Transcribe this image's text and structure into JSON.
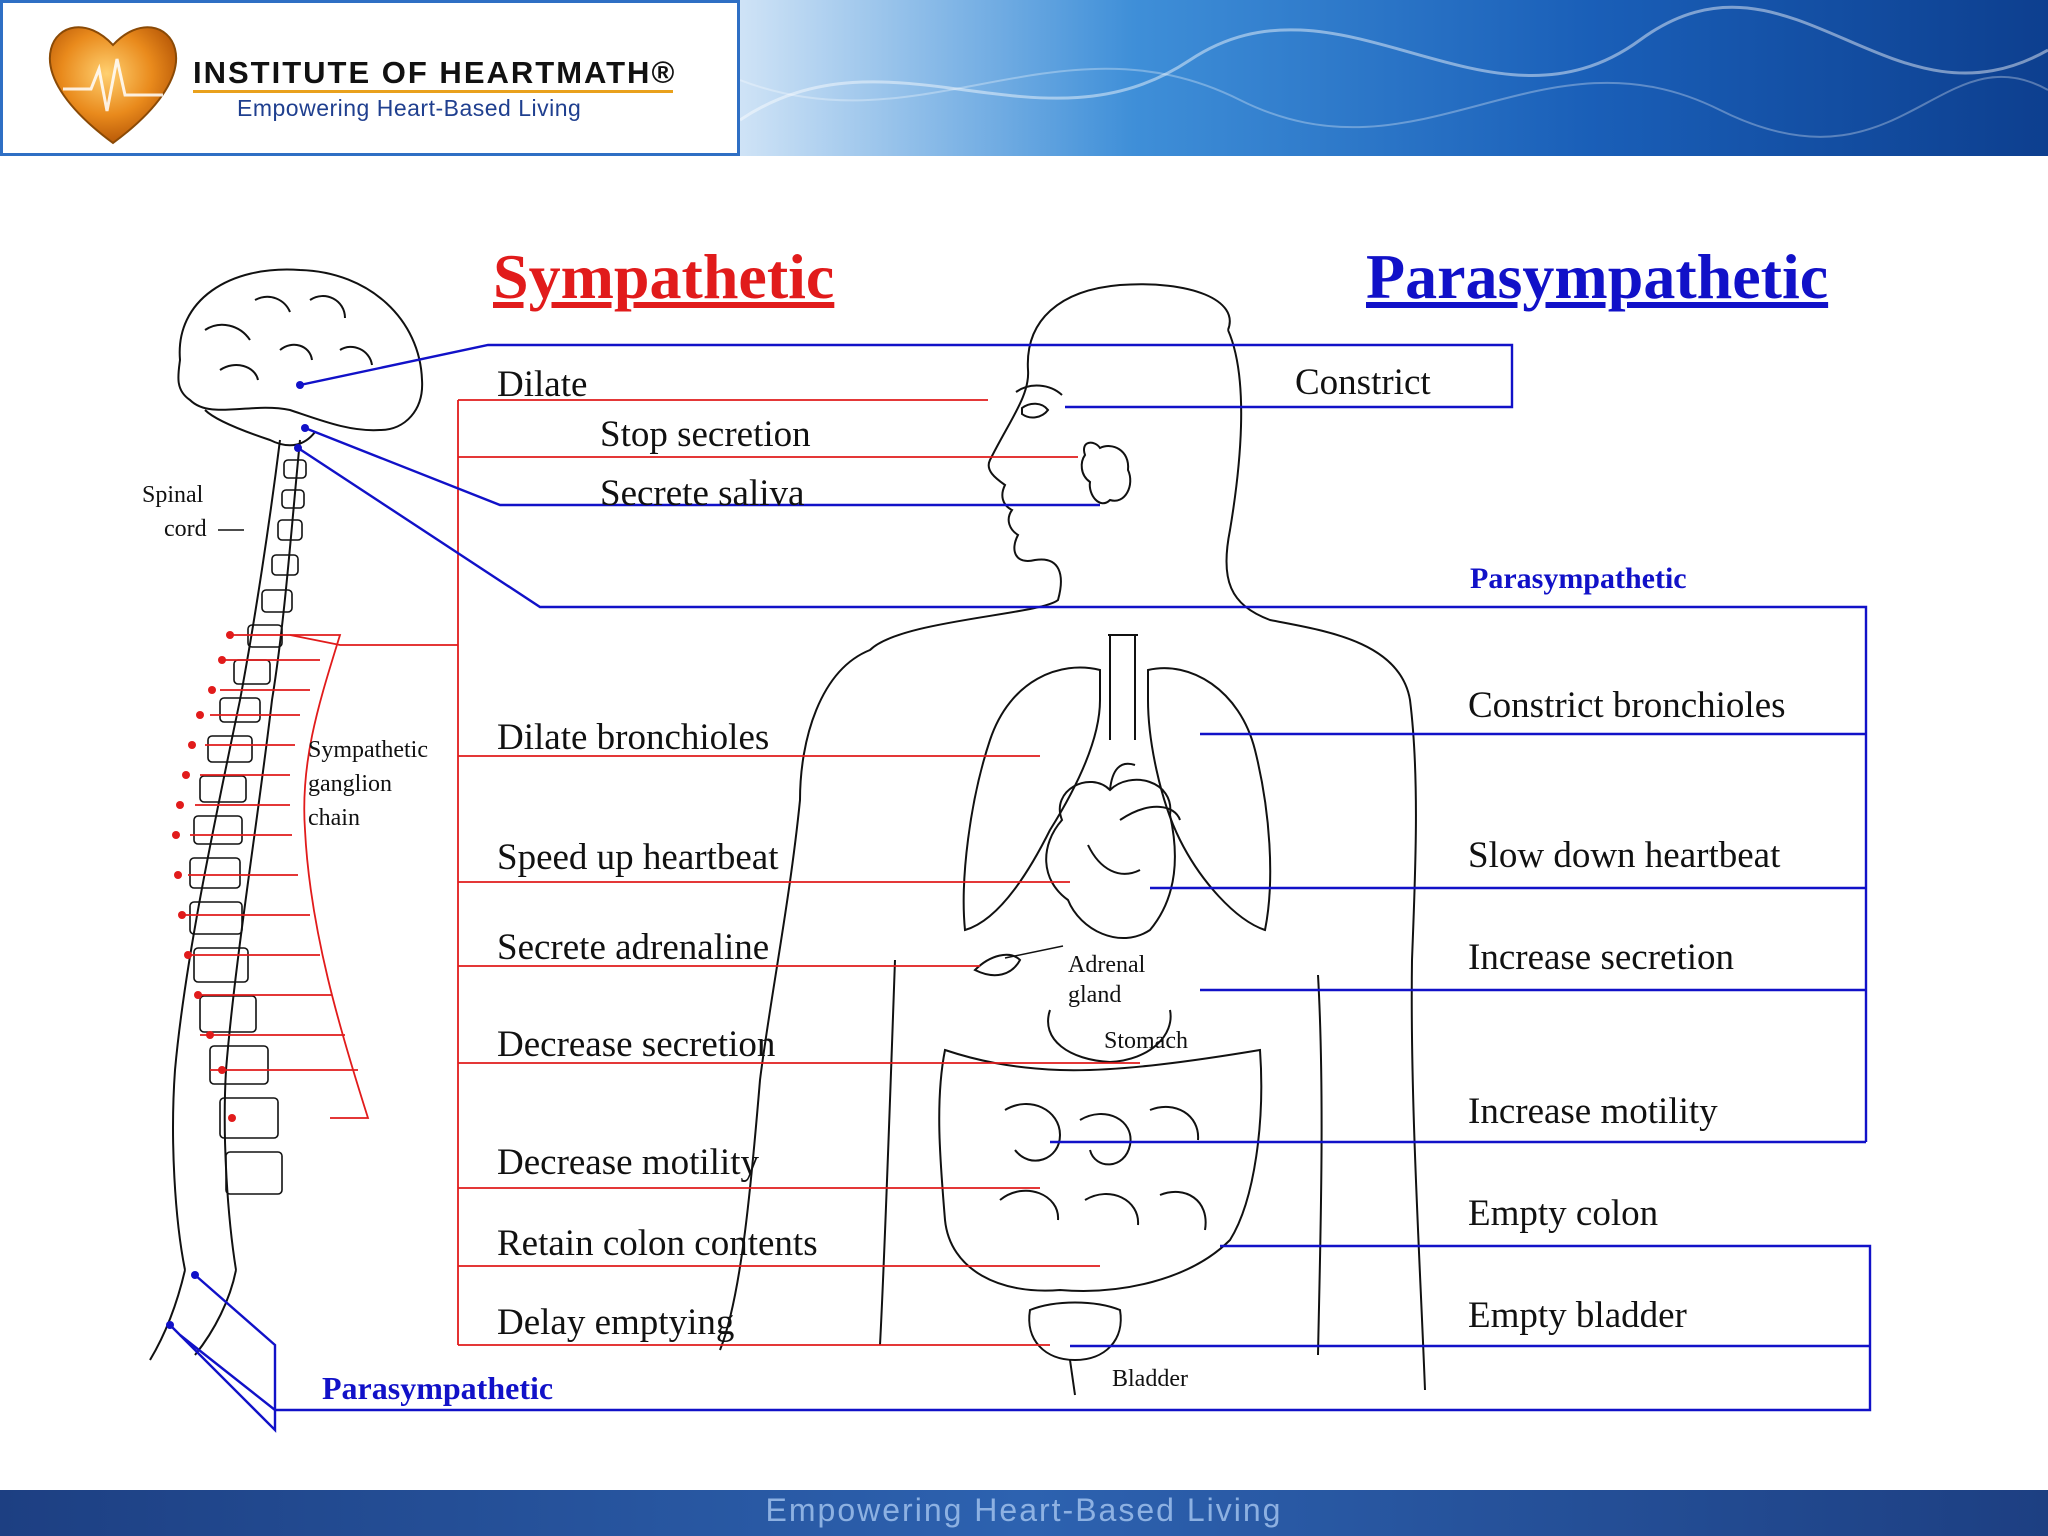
{
  "header": {
    "logo_title": "INSTITUTE OF HEARTMATH®",
    "logo_tagline": "Empowering Heart-Based Living"
  },
  "footer": {
    "tagline": "Empowering Heart-Based Living"
  },
  "headings": {
    "sympathetic": "Sympathetic",
    "parasympathetic": "Parasympathetic"
  },
  "anatomy_labels": {
    "spinal": "Spinal",
    "cord": "cord",
    "chain_1": "Sympathetic",
    "chain_2": "ganglion",
    "chain_3": "chain",
    "adrenal_1": "Adrenal",
    "adrenal_2": "gland",
    "stomach": "Stomach",
    "bladder": "Bladder"
  },
  "sympathetic_effects": {
    "eye": "Dilate",
    "salivary": "Stop secretion",
    "lungs": "Dilate bronchioles",
    "heart": "Speed up heartbeat",
    "adrenal": "Secrete adrenaline",
    "stomach": "Decrease secretion",
    "intestine": "Decrease motility",
    "colon": "Retain colon contents",
    "bladder": "Delay emptying"
  },
  "parasympathetic_effects": {
    "eye": "Constrict",
    "salivary": "Secrete saliva",
    "lungs": "Constrict bronchioles",
    "heart": "Slow down heartbeat",
    "stomach": "Increase secretion",
    "intestine": "Increase motility",
    "colon": "Empty colon",
    "bladder": "Empty bladder"
  },
  "nerve_labels": {
    "vagus": "Parasympathetic",
    "sacral": "Parasympathetic"
  },
  "colors": {
    "sympathetic": "#e11b1b",
    "parasympathetic": "#1111c8",
    "header_blue": "#1a5fb8"
  },
  "icons": {
    "logo": "heart-logo-icon"
  }
}
